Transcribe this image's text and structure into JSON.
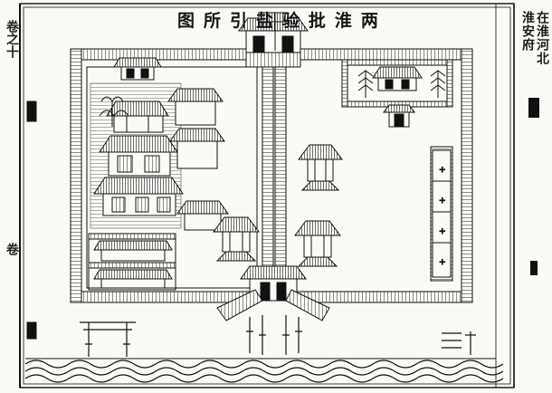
{
  "title": {
    "chars": [
      "两",
      "淮",
      "批",
      "验",
      "盐",
      "引",
      "所",
      "图"
    ]
  },
  "side_note": {
    "col_1": "在淮河北",
    "col_2": "淮安府"
  },
  "margin_text": {
    "upper": "卷之十",
    "lower": "卷"
  }
}
